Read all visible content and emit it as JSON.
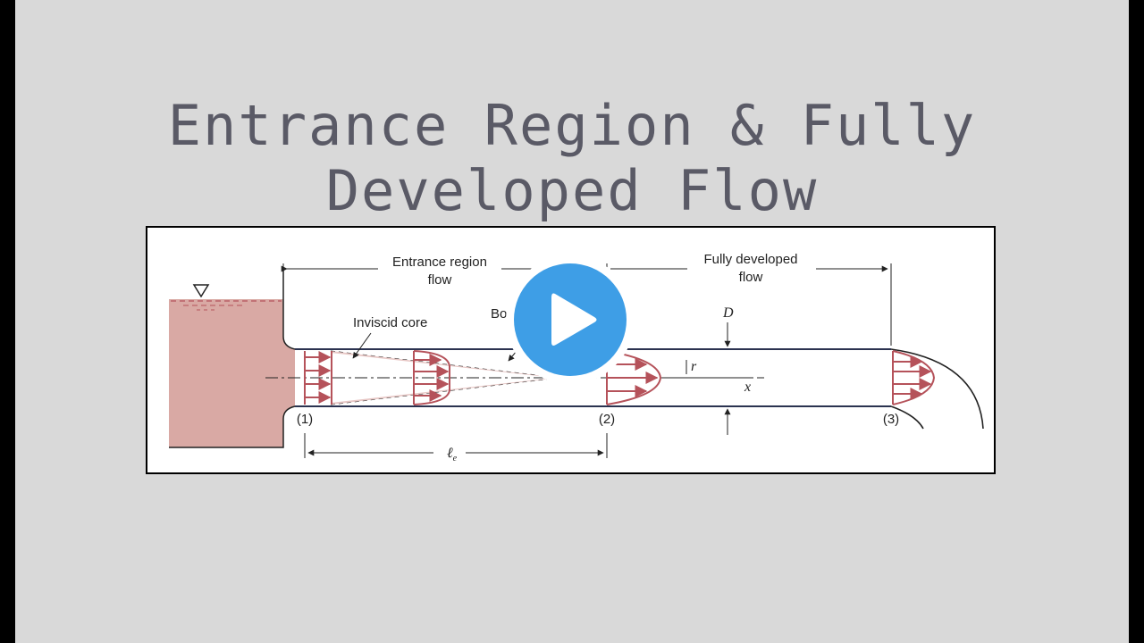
{
  "slide": {
    "title": "Entrance Region & Fully Developed Flow"
  },
  "diagram": {
    "entrance_label_line1": "Entrance region",
    "entrance_label_line2": "flow",
    "developed_label_line1": "Fully developed",
    "developed_label_line2": "flow",
    "inviscid_core": "Inviscid core",
    "boundary_layer_partial": "Bo",
    "diameter": "D",
    "radius": "r",
    "axis": "x",
    "station_1": "(1)",
    "station_2": "(2)",
    "station_3": "(3)",
    "entrance_length": "ℓ",
    "entrance_length_sub": "e",
    "colors": {
      "reservoir": "#d9a9a4",
      "profile": "#b5525a",
      "pipe": "#2b3350",
      "line": "#222222"
    }
  },
  "player": {
    "icon": "play-icon",
    "accent": "#3e9ee6"
  }
}
